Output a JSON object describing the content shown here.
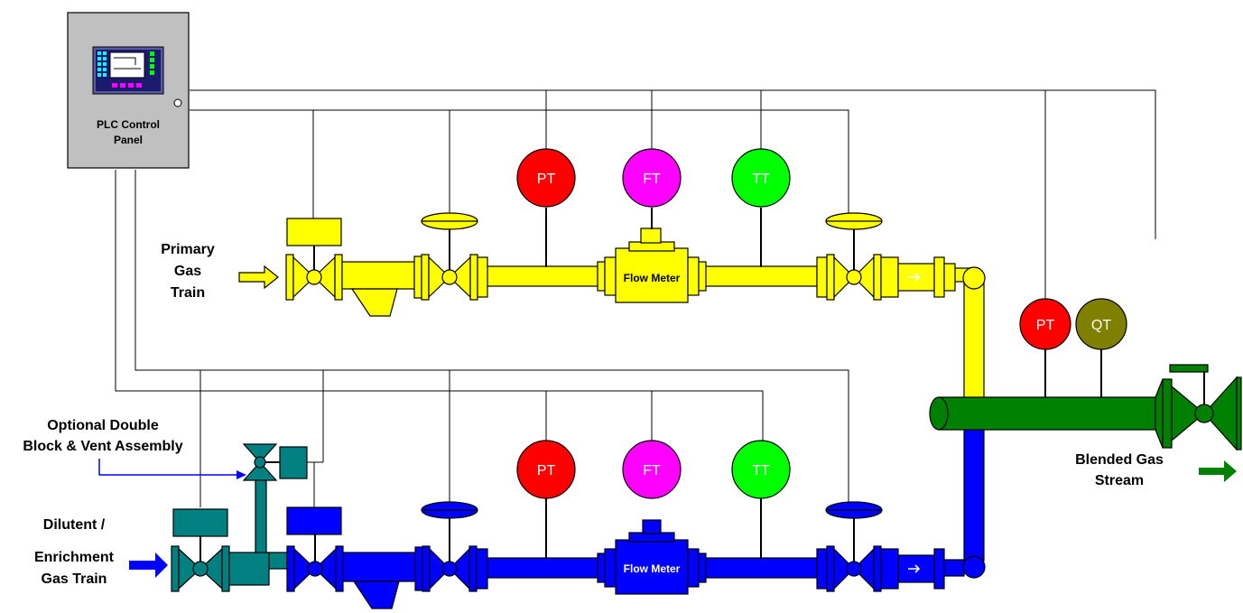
{
  "panel": {
    "label_line1": "PLC Control",
    "label_line2": "Panel"
  },
  "labels": {
    "primary": [
      "Primary",
      "Gas",
      "Train"
    ],
    "optional": [
      "Optional Double",
      "Block & Vent Assembly"
    ],
    "dilutent": [
      "Dilutent /",
      "Enrichment",
      "Gas Train"
    ],
    "blended": [
      "Blended Gas",
      "Stream"
    ]
  },
  "instruments": {
    "primary_pt": "PT",
    "primary_ft": "FT",
    "primary_tt": "TT",
    "dilutent_pt": "PT",
    "dilutent_ft": "FT",
    "dilutent_tt": "TT",
    "blend_pt": "PT",
    "blend_qt": "QT"
  },
  "meters": {
    "primary": "Flow Meter",
    "dilutent": "Flow Meter"
  },
  "colors": {
    "primary": "#FFFF00",
    "dilutent": "#0000FF",
    "dbb": "#008080",
    "blend": "#008000",
    "pt": "#FF0000",
    "ft": "#FF00FF",
    "tt": "#00FF00",
    "qt": "#808000",
    "panel": "#C0C0C0"
  }
}
